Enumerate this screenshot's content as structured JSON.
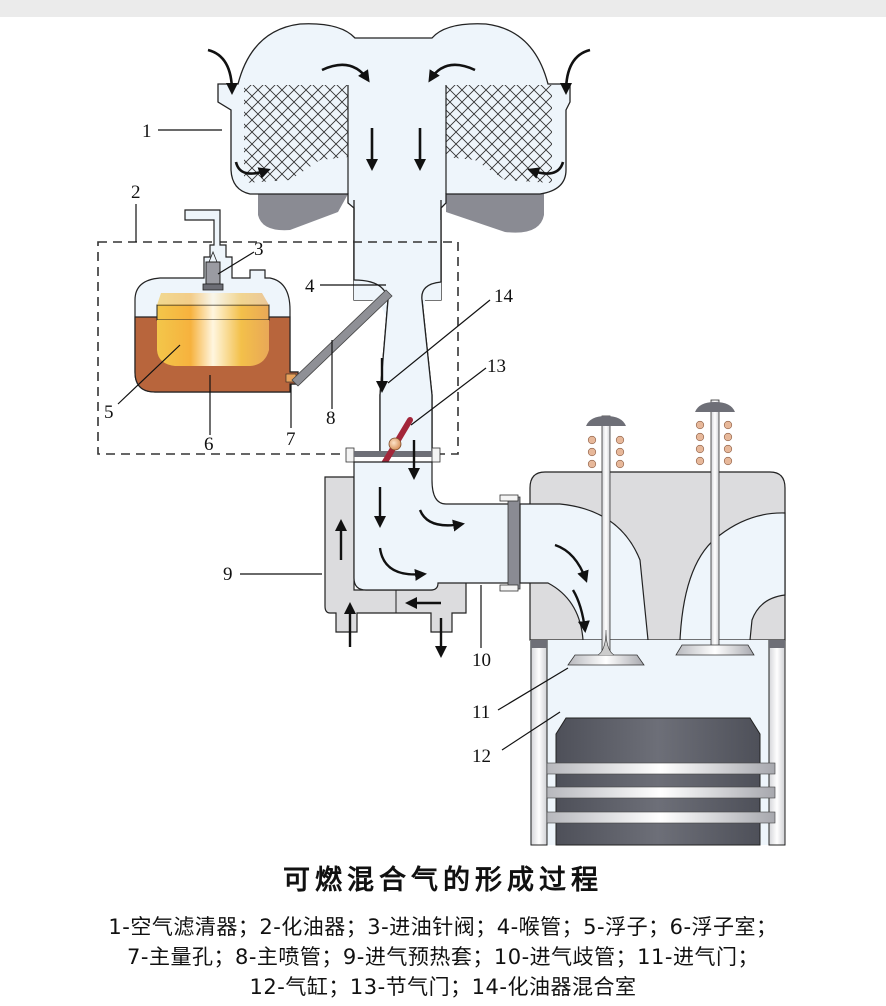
{
  "title": "可燃混合气的形成过程",
  "legend_lines": [
    "1-空气滤清器；2-化油器；3-进油针阀；4-喉管；5-浮子；6-浮子室；",
    "7-主量孔；8-主喷管；9-进气预热套；10-进气歧管；11-进气门；",
    "12-气缸；13-节气门；14-化油器混合室"
  ],
  "parts": [
    {
      "num": "1",
      "name": "空气滤清器"
    },
    {
      "num": "2",
      "name": "化油器"
    },
    {
      "num": "3",
      "name": "进油针阀"
    },
    {
      "num": "4",
      "name": "喉管"
    },
    {
      "num": "5",
      "name": "浮子"
    },
    {
      "num": "6",
      "name": "浮子室"
    },
    {
      "num": "7",
      "name": "主量孔"
    },
    {
      "num": "8",
      "name": "主喷管"
    },
    {
      "num": "9",
      "name": "进气预热套"
    },
    {
      "num": "10",
      "name": "进气歧管"
    },
    {
      "num": "11",
      "name": "进气门"
    },
    {
      "num": "12",
      "name": "气缸"
    },
    {
      "num": "13",
      "name": "节气门"
    },
    {
      "num": "14",
      "name": "化油器混合室"
    }
  ],
  "colors": {
    "air": "#eef5fb",
    "housing": "#dcdcde",
    "dark_gray": "#8a8b93",
    "fuel": "#b8653c",
    "float": "#f3c64a",
    "throttle": "#a3263a",
    "piston": "#5b5d66"
  }
}
